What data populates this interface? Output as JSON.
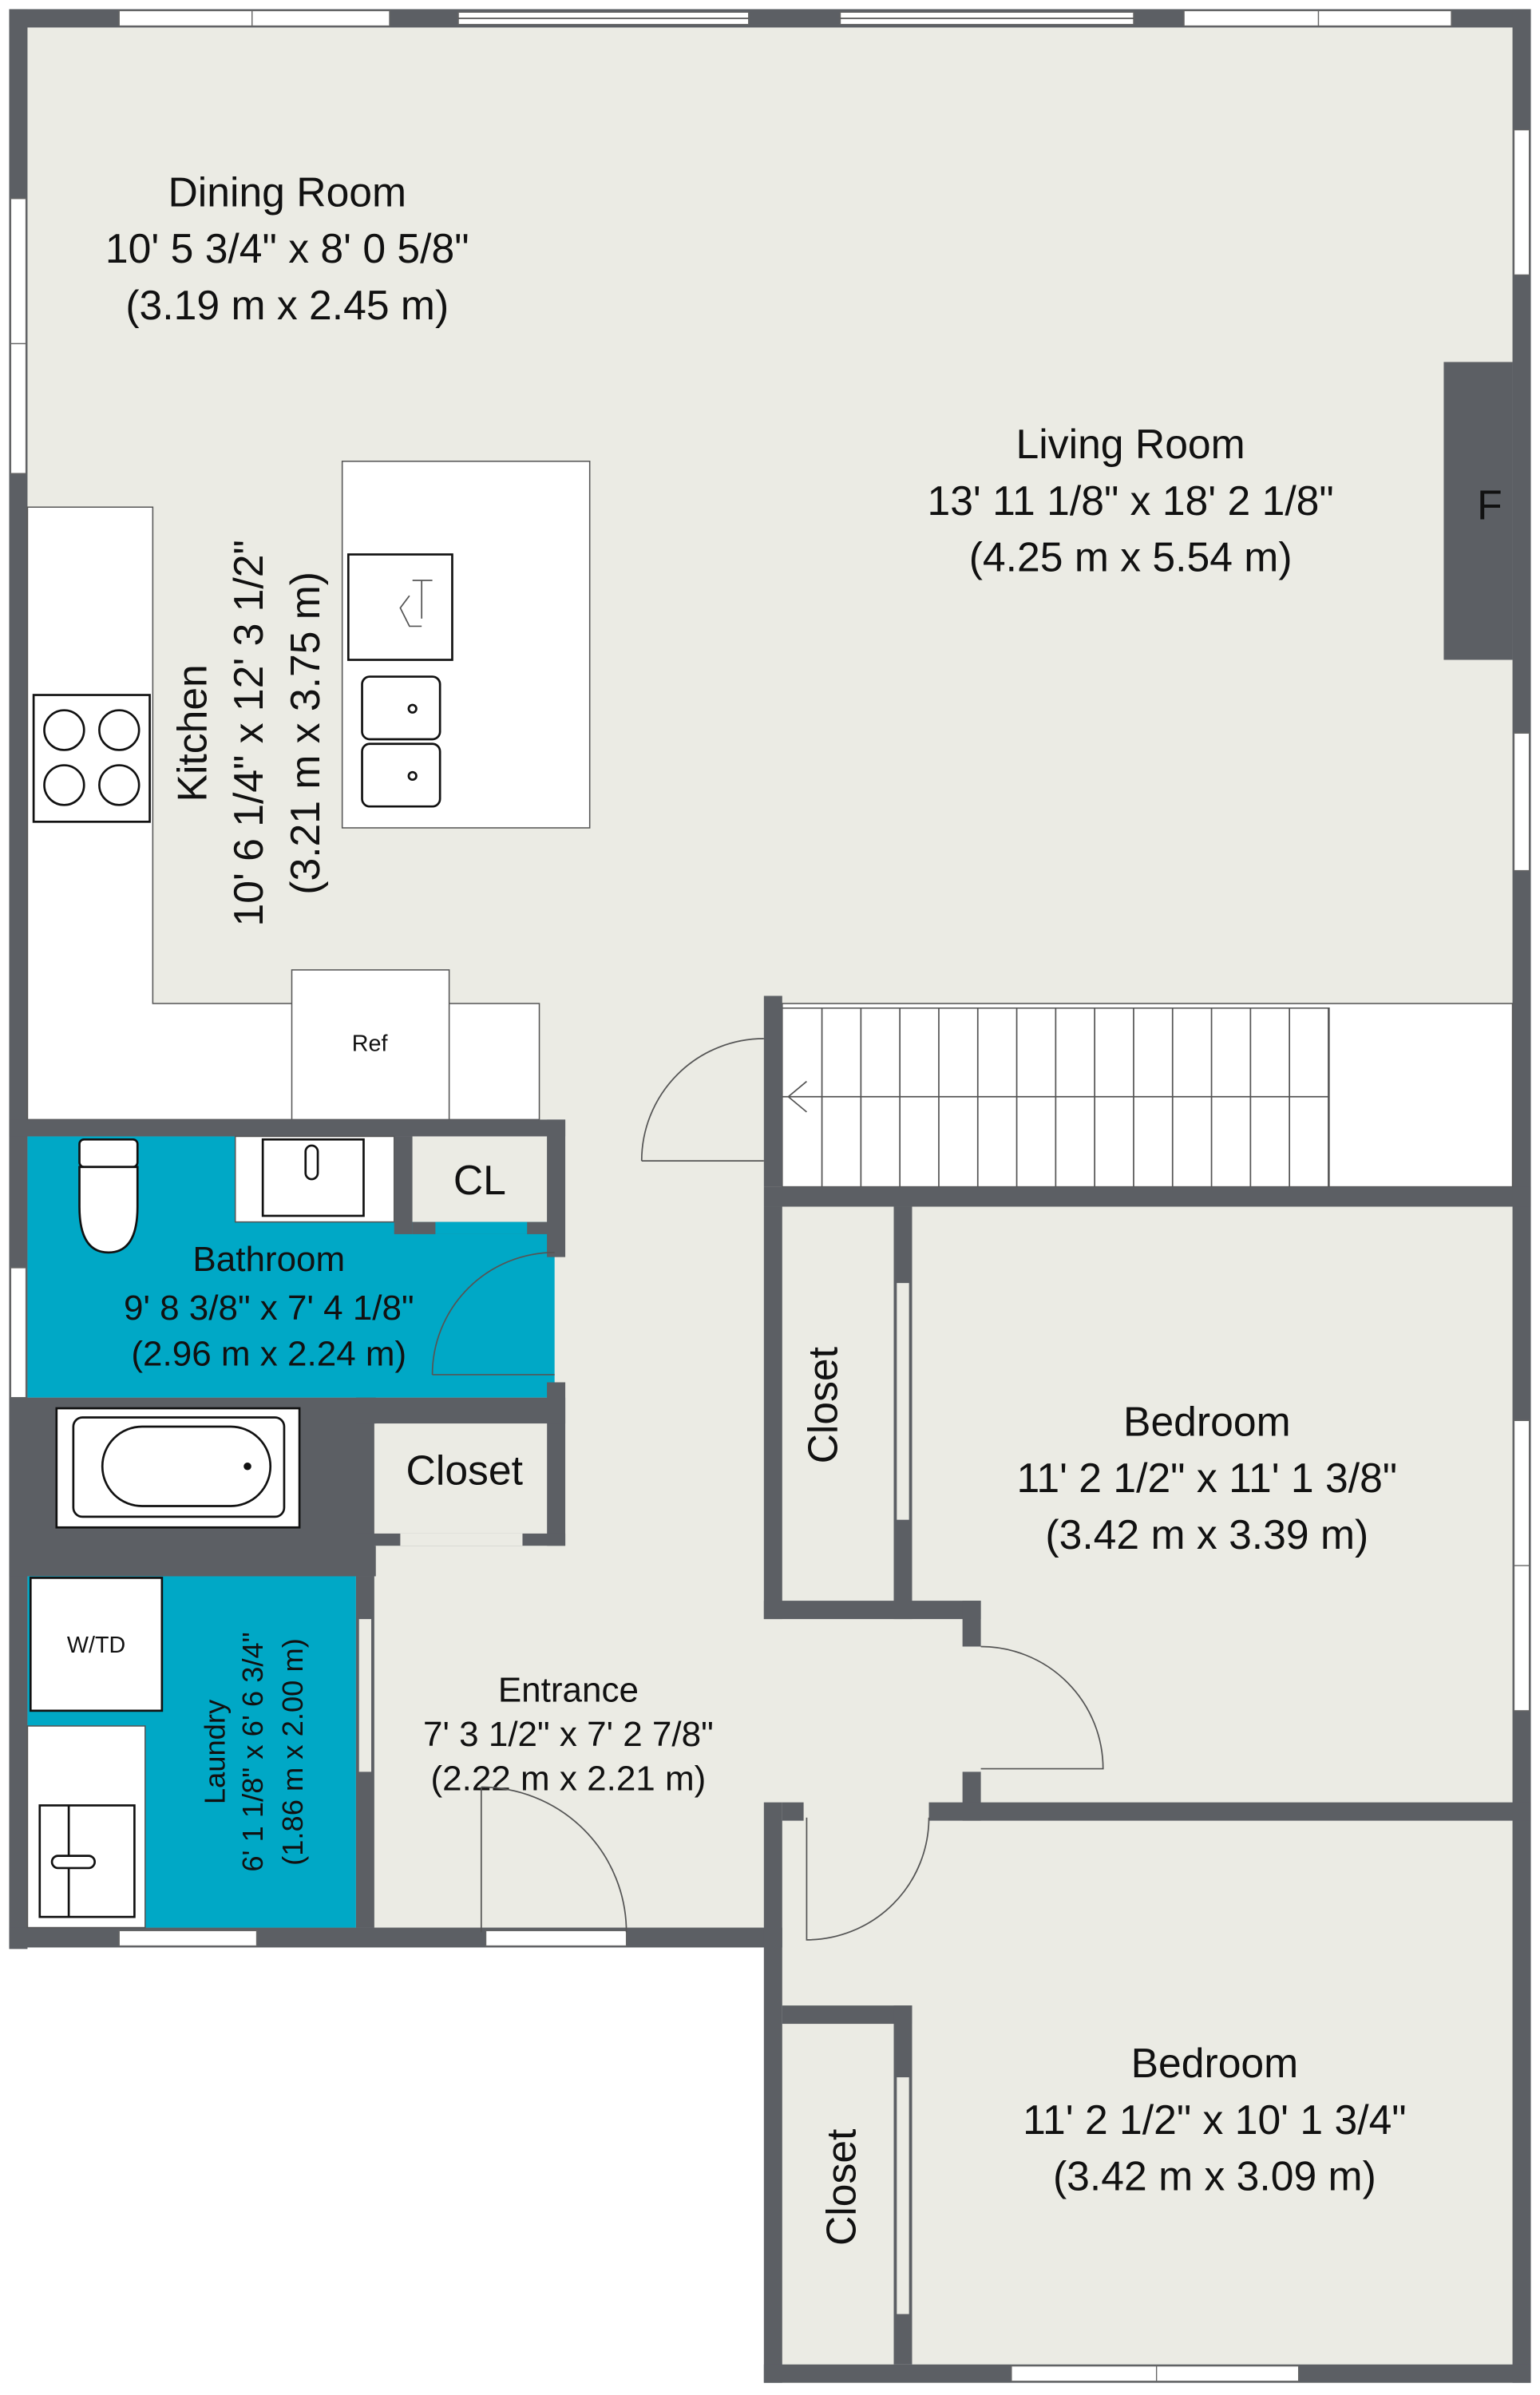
{
  "colors": {
    "wall": "#5c5f64",
    "floor": "#ebebe4",
    "wet_room": "#00a8c6"
  },
  "rooms": {
    "dining": {
      "name": "Dining Room",
      "imperial": "10' 5 3/4\" x 8' 0 5/8\"",
      "metric": "(3.19 m x 2.45 m)"
    },
    "living": {
      "name": "Living Room",
      "imperial": "13' 11 1/8\" x 18' 2 1/8\"",
      "metric": "(4.25 m x 5.54 m)"
    },
    "kitchen": {
      "name": "Kitchen",
      "imperial": "10' 6 1/4\" x 12' 3 1/2\"",
      "metric": "(3.21 m x 3.75 m)"
    },
    "bathroom": {
      "name": "Bathroom",
      "imperial": "9' 8 3/8\" x 7' 4 1/8\"",
      "metric": "(2.96 m x 2.24 m)"
    },
    "laundry": {
      "name": "Laundry",
      "imperial": "6' 1 1/8\" x 6' 6 3/4\"",
      "metric": "(1.86 m x 2.00 m)"
    },
    "entrance": {
      "name": "Entrance",
      "imperial": "7' 3 1/2\" x 7' 2 7/8\"",
      "metric": "(2.22 m x 2.21 m)"
    },
    "bedroom1": {
      "name": "Bedroom",
      "imperial": "11' 2 1/2\" x 11' 1 3/8\"",
      "metric": "(3.42 m x 3.39 m)"
    },
    "bedroom2": {
      "name": "Bedroom",
      "imperial": "11' 2 1/2\" x 10' 1 3/4\"",
      "metric": "(3.42 m x 3.09 m)"
    }
  },
  "labels": {
    "fireplace": "F",
    "ref": "Ref",
    "cl": "CL",
    "closet_bath": "Closet",
    "closet_bed1": "Closet",
    "closet_bed2": "Closet",
    "wtd": "W/TD"
  }
}
